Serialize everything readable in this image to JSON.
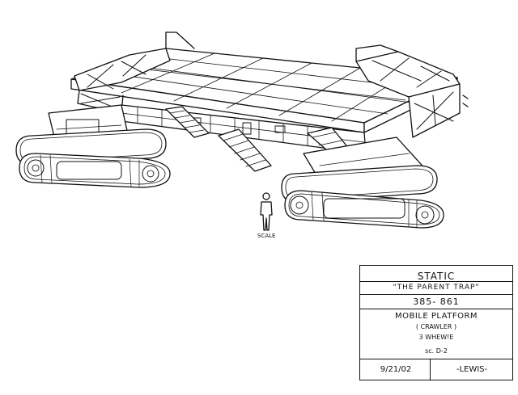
{
  "drawing": {
    "scale_label": "SCALE"
  },
  "title_block": {
    "status": "STATIC",
    "show": "\"THE PARENT TRAP\"",
    "production_number": "385- 861",
    "subject": "MOBILE PLATFORM",
    "subject_detail": "( CRAWLER )",
    "note": "3 WHEW!E",
    "scene": "sc. D-2",
    "date": "9/21/02",
    "artist": "-LEWIS-"
  }
}
